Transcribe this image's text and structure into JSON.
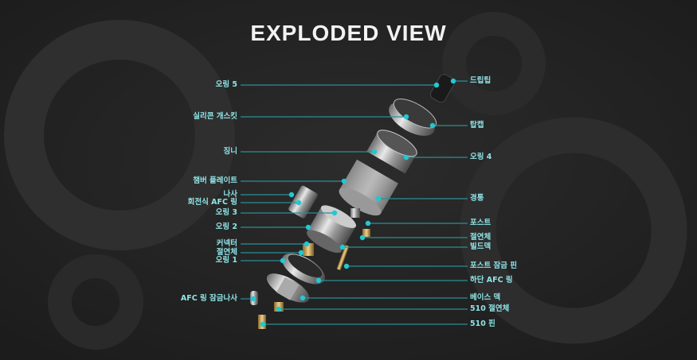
{
  "title": "EXPLODED VIEW",
  "colors": {
    "background": "#232323",
    "accent": "#21c8d2",
    "line": "#2a8f94",
    "label": "#8fe3e6"
  },
  "left_labels": [
    "오링 5",
    "실리콘 개스킷",
    "징니",
    "챔버 플레이트",
    "나사",
    "회전식 AFC 링",
    "오링 3",
    "오링 2",
    "커넥터",
    "절연체",
    "오링 1",
    "AFC 링 잠금나사"
  ],
  "right_labels": [
    "드립팁",
    "탑캡",
    "오링 4",
    "경통",
    "포스트",
    "절연체",
    "빌드덱",
    "포스트 잠금 핀",
    "하단 AFC 링",
    "베이스 덱",
    "510 절연체",
    "510 핀"
  ]
}
